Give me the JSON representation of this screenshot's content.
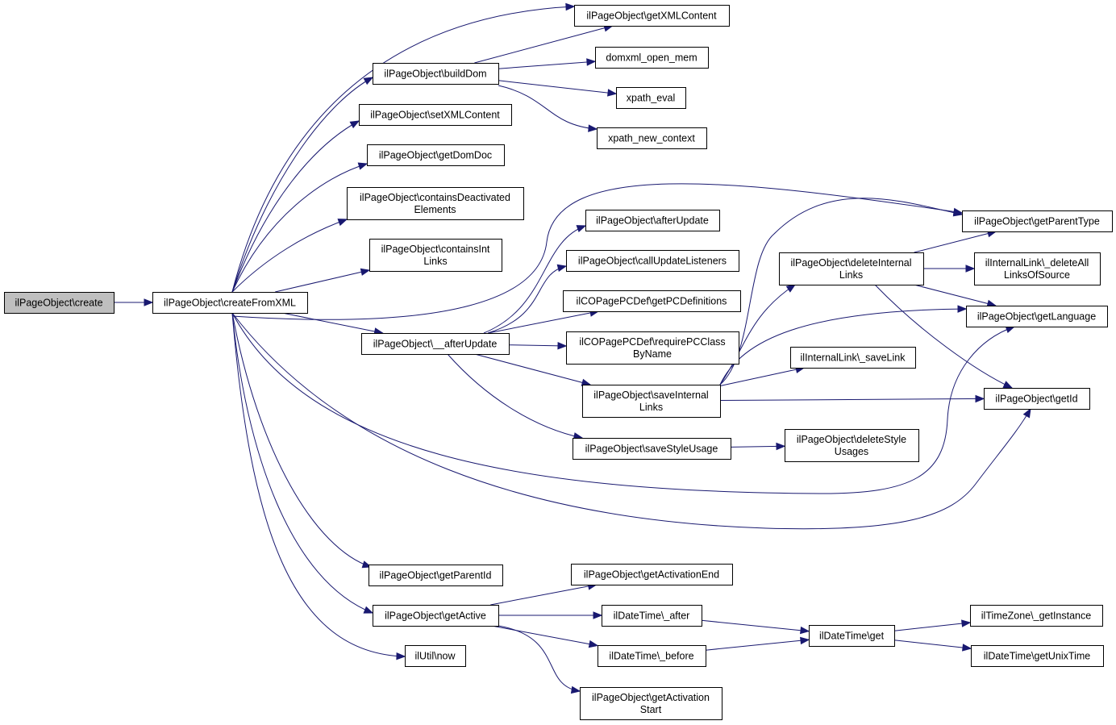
{
  "colors": {
    "edge": "#191970",
    "root_fill": "#bfbfbf",
    "node_border": "#000000"
  },
  "nodes": [
    {
      "id": "create",
      "lines": [
        "ilPageObject\\create"
      ],
      "root": true
    },
    {
      "id": "createFromXML",
      "lines": [
        "ilPageObject\\createFromXML"
      ]
    },
    {
      "id": "getXMLContent",
      "lines": [
        "ilPageObject\\getXMLContent"
      ]
    },
    {
      "id": "buildDom",
      "lines": [
        "ilPageObject\\buildDom"
      ]
    },
    {
      "id": "domxml_open_mem",
      "lines": [
        "domxml_open_mem"
      ]
    },
    {
      "id": "xpath_eval",
      "lines": [
        "xpath_eval"
      ]
    },
    {
      "id": "xpath_new_context",
      "lines": [
        "xpath_new_context"
      ]
    },
    {
      "id": "setXMLContent",
      "lines": [
        "ilPageObject\\setXMLContent"
      ]
    },
    {
      "id": "getDomDoc",
      "lines": [
        "ilPageObject\\getDomDoc"
      ]
    },
    {
      "id": "containsDeactivated",
      "lines": [
        "ilPageObject\\containsDeactivated",
        "Elements"
      ]
    },
    {
      "id": "containsInt",
      "lines": [
        "ilPageObject\\containsInt",
        "Links"
      ]
    },
    {
      "id": "afterUpdateP",
      "lines": [
        "ilPageObject\\afterUpdate"
      ]
    },
    {
      "id": "callUpdate",
      "lines": [
        "ilPageObject\\callUpdateListeners"
      ]
    },
    {
      "id": "getPCDef",
      "lines": [
        "ilCOPagePCDef\\getPCDefinitions"
      ]
    },
    {
      "id": "requirePC",
      "lines": [
        "ilCOPagePCDef\\requirePCClass",
        "ByName"
      ]
    },
    {
      "id": "__afterUpdate",
      "lines": [
        "ilPageObject\\__afterUpdate"
      ]
    },
    {
      "id": "saveInternal",
      "lines": [
        "ilPageObject\\saveInternal",
        "Links"
      ]
    },
    {
      "id": "saveStyle",
      "lines": [
        "ilPageObject\\saveStyleUsage"
      ]
    },
    {
      "id": "deleteStyle",
      "lines": [
        "ilPageObject\\deleteStyle",
        "Usages"
      ]
    },
    {
      "id": "deleteInternal",
      "lines": [
        "ilPageObject\\deleteInternal",
        "Links"
      ]
    },
    {
      "id": "saveLink",
      "lines": [
        "ilInternalLink\\_saveLink"
      ]
    },
    {
      "id": "getParentType",
      "lines": [
        "ilPageObject\\getParentType"
      ]
    },
    {
      "id": "deleteAllLinks",
      "lines": [
        "ilInternalLink\\_deleteAll",
        "LinksOfSource"
      ]
    },
    {
      "id": "getLanguage",
      "lines": [
        "ilPageObject\\getLanguage"
      ]
    },
    {
      "id": "getId",
      "lines": [
        "ilPageObject\\getId"
      ]
    },
    {
      "id": "getParentId",
      "lines": [
        "ilPageObject\\getParentId"
      ]
    },
    {
      "id": "getActive",
      "lines": [
        "ilPageObject\\getActive"
      ]
    },
    {
      "id": "getActivationEnd",
      "lines": [
        "ilPageObject\\getActivationEnd"
      ]
    },
    {
      "id": "after",
      "lines": [
        "ilDateTime\\_after"
      ]
    },
    {
      "id": "before",
      "lines": [
        "ilDateTime\\_before"
      ]
    },
    {
      "id": "getActivationStart",
      "lines": [
        "ilPageObject\\getActivation",
        "Start"
      ]
    },
    {
      "id": "get",
      "lines": [
        "ilDateTime\\get"
      ]
    },
    {
      "id": "getInstance",
      "lines": [
        "ilTimeZone\\_getInstance"
      ]
    },
    {
      "id": "getUnixTime",
      "lines": [
        "ilDateTime\\getUnixTime"
      ]
    },
    {
      "id": "now",
      "lines": [
        "ilUtil\\now"
      ]
    }
  ],
  "edges": [
    [
      "create",
      "createFromXML"
    ],
    [
      "createFromXML",
      "getXMLContent"
    ],
    [
      "createFromXML",
      "buildDom"
    ],
    [
      "createFromXML",
      "setXMLContent"
    ],
    [
      "createFromXML",
      "getDomDoc"
    ],
    [
      "createFromXML",
      "containsDeactivated"
    ],
    [
      "createFromXML",
      "containsInt"
    ],
    [
      "createFromXML",
      "getParentType"
    ],
    [
      "createFromXML",
      "__afterUpdate"
    ],
    [
      "createFromXML",
      "getLanguage"
    ],
    [
      "createFromXML",
      "getId"
    ],
    [
      "createFromXML",
      "getParentId"
    ],
    [
      "createFromXML",
      "getActive"
    ],
    [
      "createFromXML",
      "now"
    ],
    [
      "buildDom",
      "getXMLContent"
    ],
    [
      "buildDom",
      "domxml_open_mem"
    ],
    [
      "buildDom",
      "xpath_eval"
    ],
    [
      "buildDom",
      "xpath_new_context"
    ],
    [
      "__afterUpdate",
      "afterUpdateP"
    ],
    [
      "__afterUpdate",
      "callUpdate"
    ],
    [
      "__afterUpdate",
      "getPCDef"
    ],
    [
      "__afterUpdate",
      "requirePC"
    ],
    [
      "__afterUpdate",
      "saveInternal"
    ],
    [
      "__afterUpdate",
      "saveStyle"
    ],
    [
      "saveInternal",
      "getParentType"
    ],
    [
      "saveInternal",
      "deleteInternal"
    ],
    [
      "saveInternal",
      "saveLink"
    ],
    [
      "saveInternal",
      "getLanguage"
    ],
    [
      "saveInternal",
      "getId"
    ],
    [
      "deleteInternal",
      "getParentType"
    ],
    [
      "deleteInternal",
      "deleteAllLinks"
    ],
    [
      "deleteInternal",
      "getLanguage"
    ],
    [
      "deleteInternal",
      "getId"
    ],
    [
      "saveStyle",
      "deleteStyle"
    ],
    [
      "getActive",
      "getActivationEnd"
    ],
    [
      "getActive",
      "after"
    ],
    [
      "getActive",
      "before"
    ],
    [
      "getActive",
      "getActivationStart"
    ],
    [
      "after",
      "get"
    ],
    [
      "before",
      "get"
    ],
    [
      "get",
      "getInstance"
    ],
    [
      "get",
      "getUnixTime"
    ]
  ]
}
